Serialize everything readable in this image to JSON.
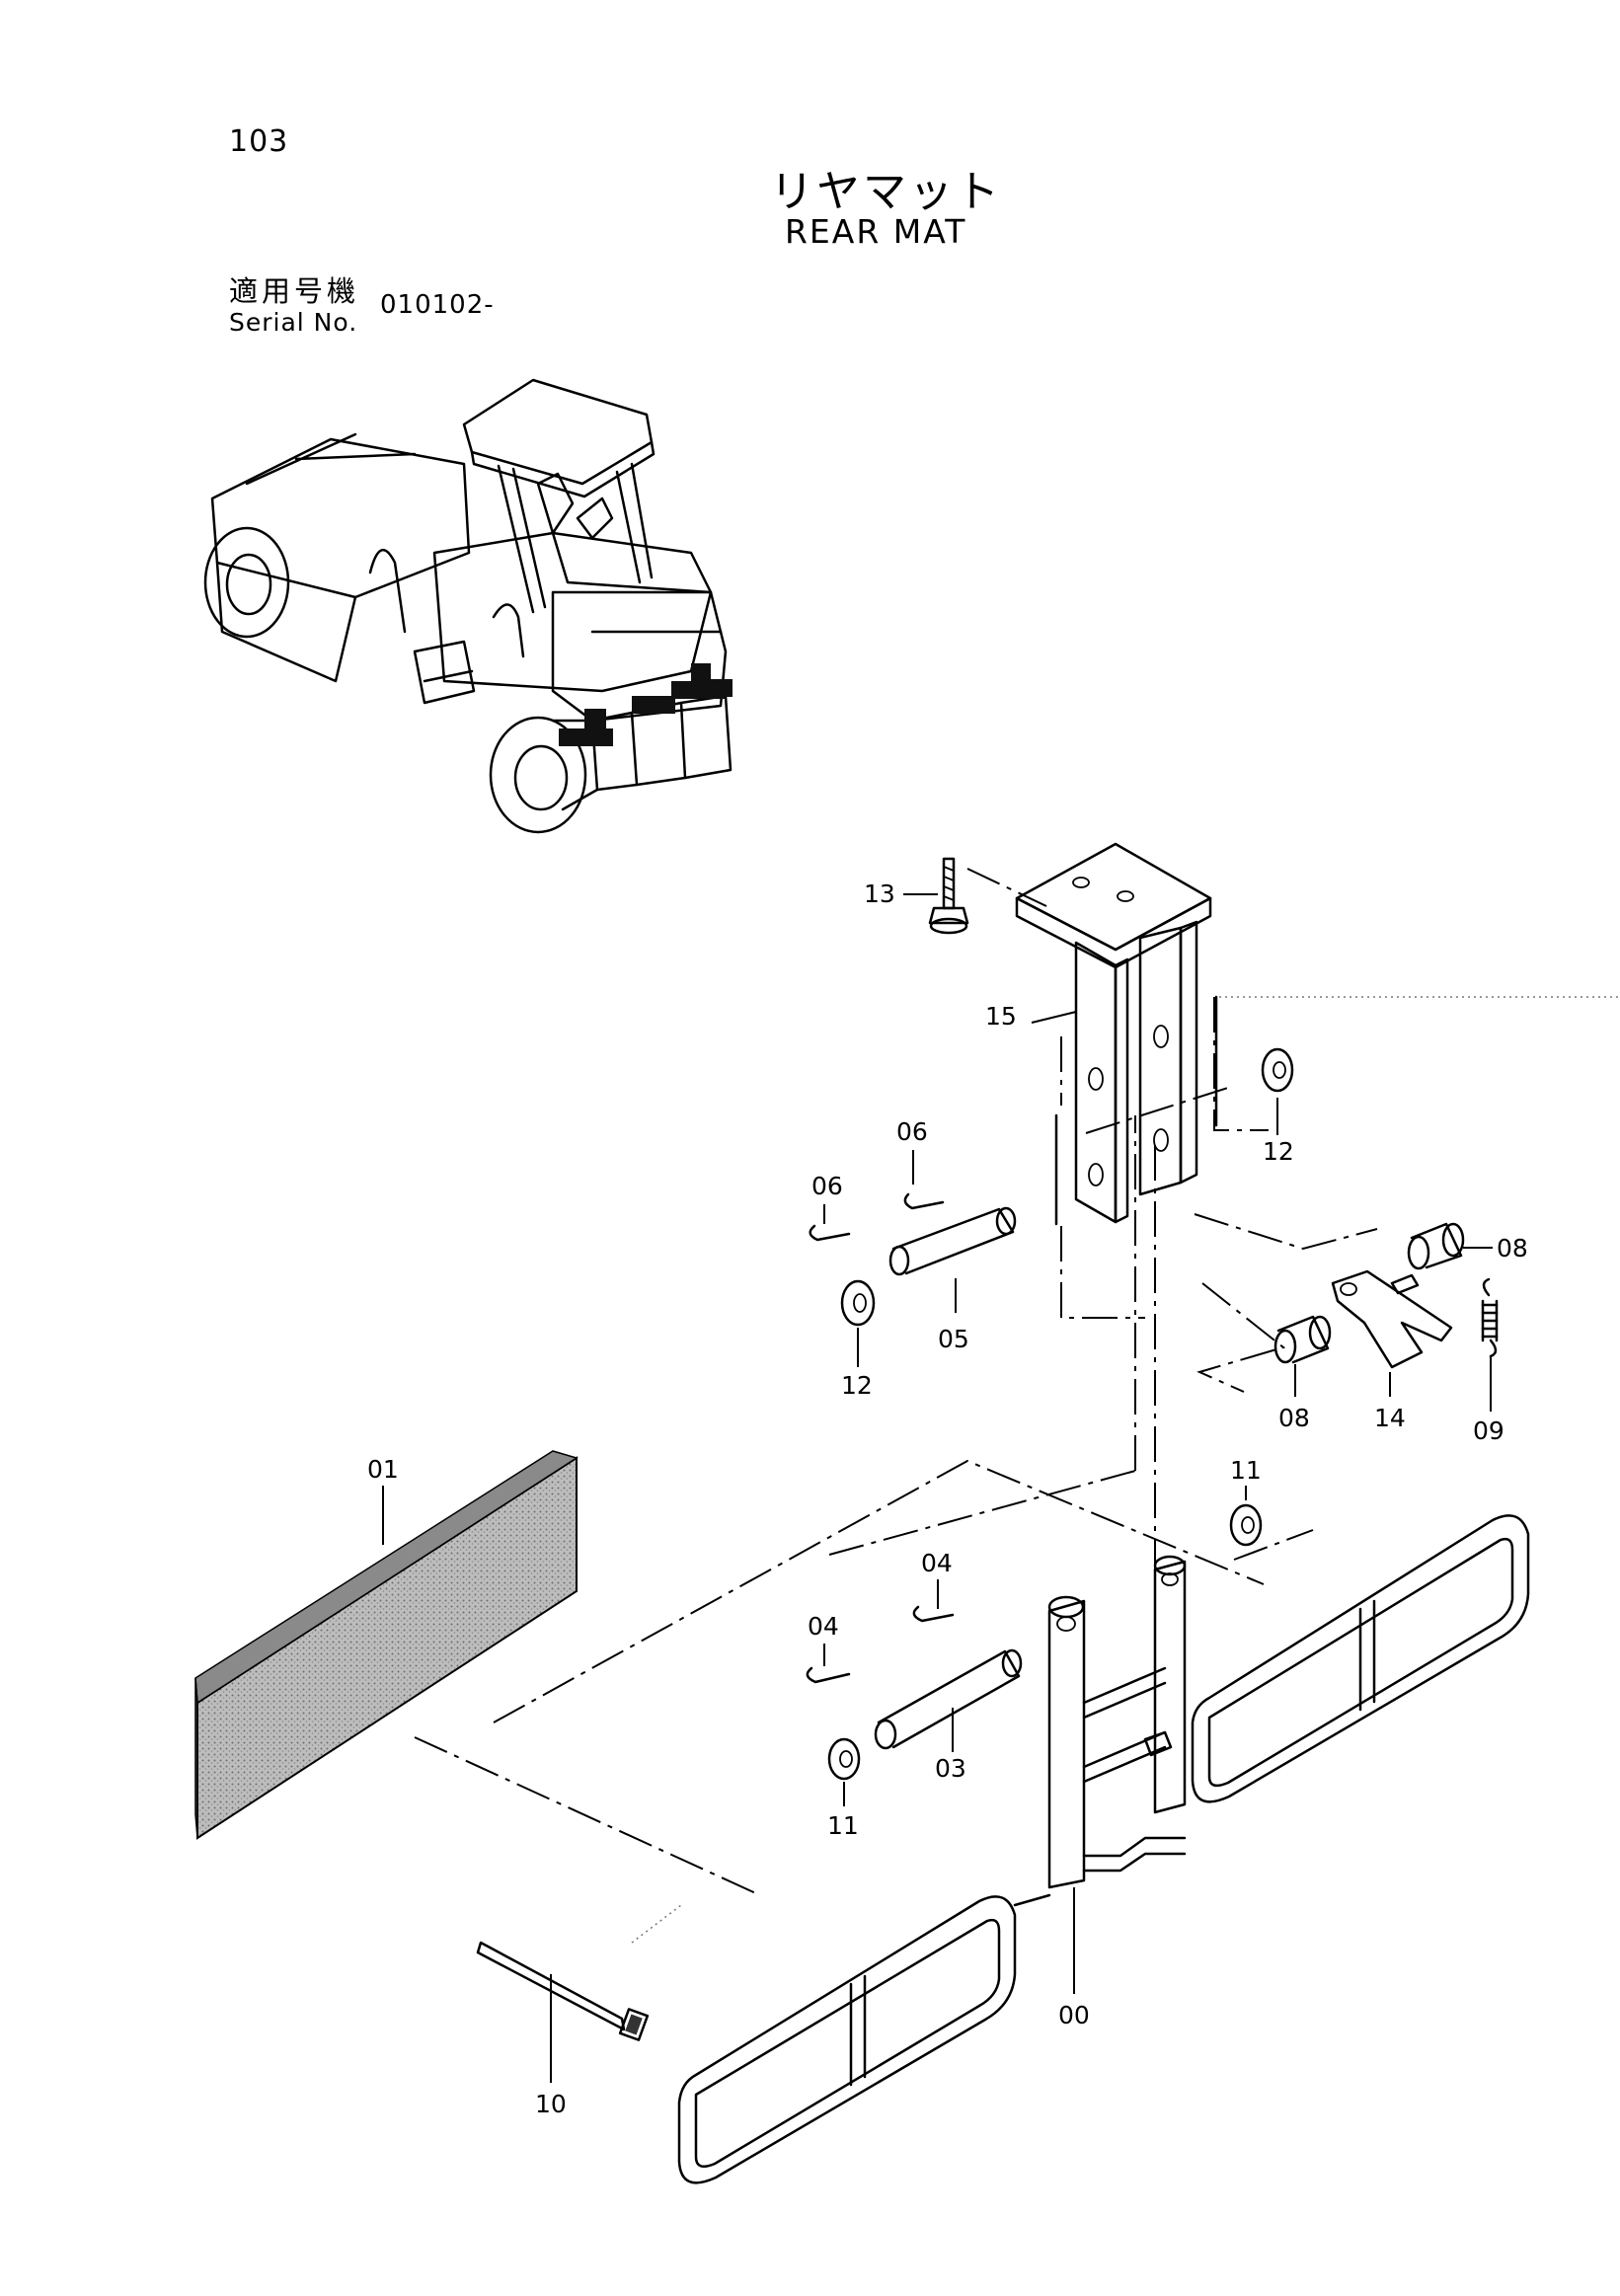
{
  "header": {
    "page_number": "103",
    "title_ja": "リヤマット",
    "title_en": "REAR MAT",
    "serial_label_ja": "適用号機",
    "serial_label_en": "Serial No.",
    "serial_value": "010102-"
  },
  "callouts": {
    "p00": "00",
    "p01": "01",
    "p03": "03",
    "p04a": "04",
    "p04b": "04",
    "p05": "05",
    "p06a": "06",
    "p06b": "06",
    "p08a": "08",
    "p08b": "08",
    "p09": "09",
    "p10": "10",
    "p11a": "11",
    "p11b": "11",
    "p12a": "12",
    "p12b": "12",
    "p13": "13",
    "p14": "14",
    "p15": "15"
  }
}
